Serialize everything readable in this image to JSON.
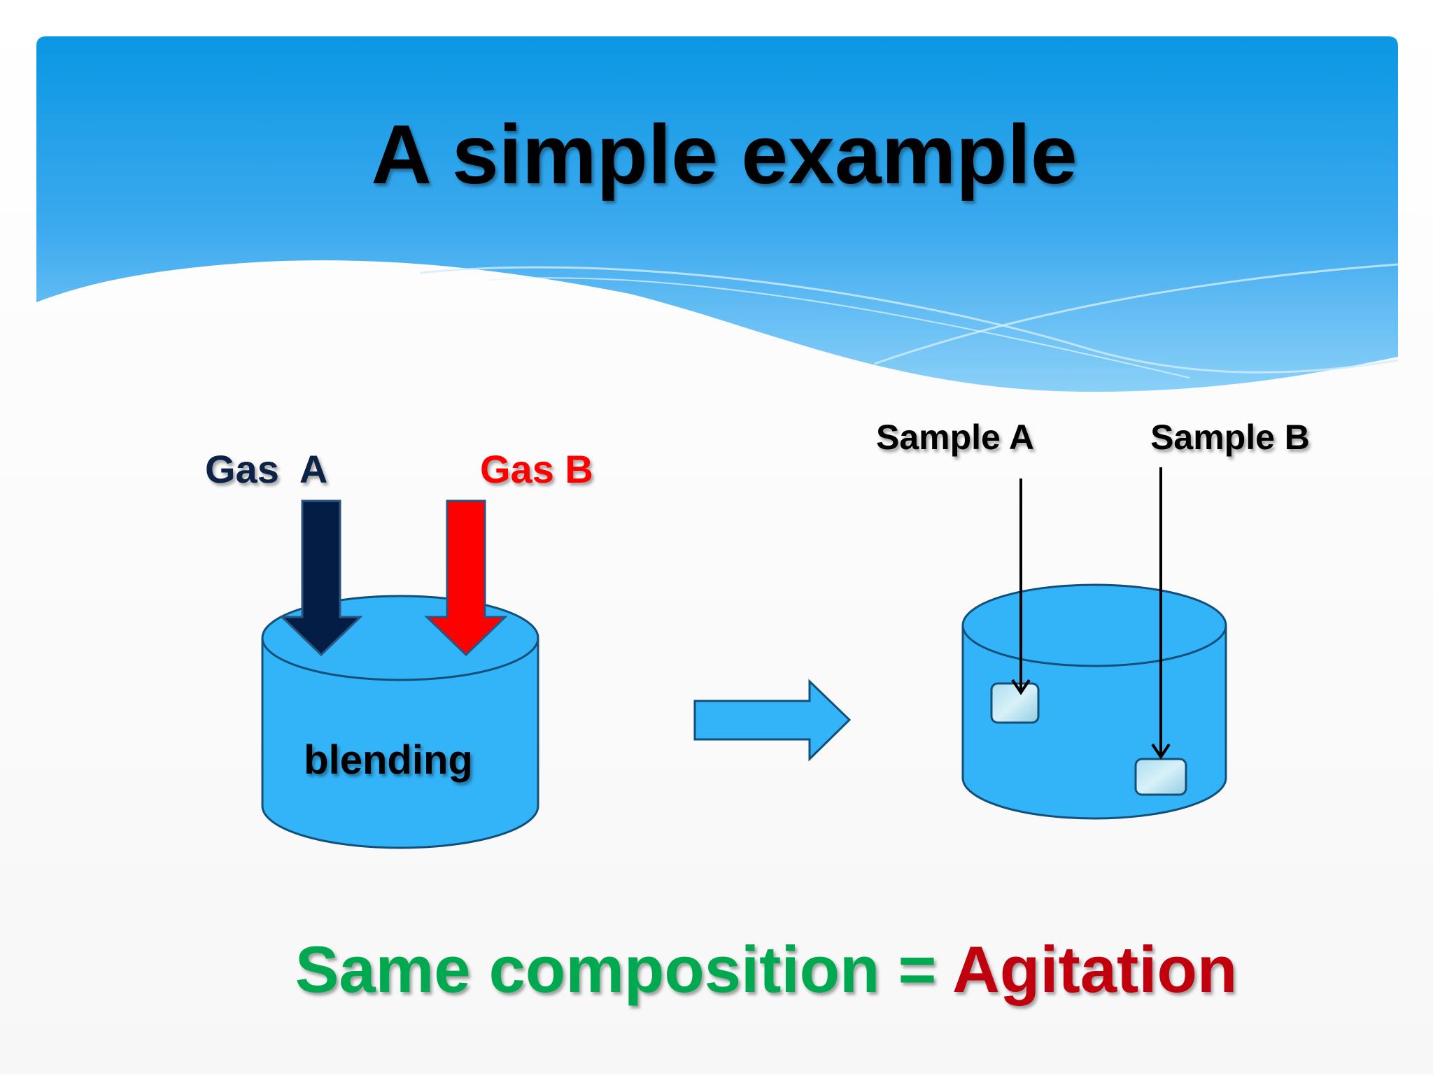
{
  "slide": {
    "title": "A simple example",
    "colors": {
      "header_top": "#0a97e3",
      "header_bottom": "#7cc8f6",
      "tank_fill": "#33b3f8",
      "tank_stroke": "#12507a",
      "gas_a_arrow": "#041d44",
      "gas_b_arrow": "#ff0000",
      "green_text": "#00a94f",
      "red_text": "#c0000b"
    }
  },
  "blending_tank": {
    "label": "blending",
    "gas_a_label": "Gas  A",
    "gas_b_label": "Gas B"
  },
  "sample_tank": {
    "sample_a_label": "Sample A",
    "sample_b_label": "Sample B"
  },
  "conclusion": {
    "left_text": "Same composition",
    "equals": " = ",
    "right_text": "Agitation"
  }
}
